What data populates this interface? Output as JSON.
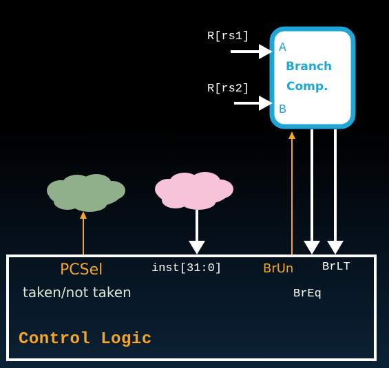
{
  "comparator": {
    "title_line1": "Branch",
    "title_line2": "Comp.",
    "port_a": "A",
    "port_b": "B",
    "input_a_label": "R[rs1]",
    "input_b_label": "R[rs2]"
  },
  "control": {
    "title": "Control Logic",
    "pcsel_label": "PCSel",
    "pcsel_sub": "taken/not taken",
    "inst_label": "inst[31:0]",
    "brun_label": "BrUn",
    "brlt_label": "BrLT",
    "breq_label": "BrEq"
  },
  "colors": {
    "cyan": "#1ea7d6",
    "orange": "#f5a623",
    "green_cloud": "#8fb08a",
    "pink_cloud": "#f7c3d9",
    "white": "#ffffff"
  }
}
